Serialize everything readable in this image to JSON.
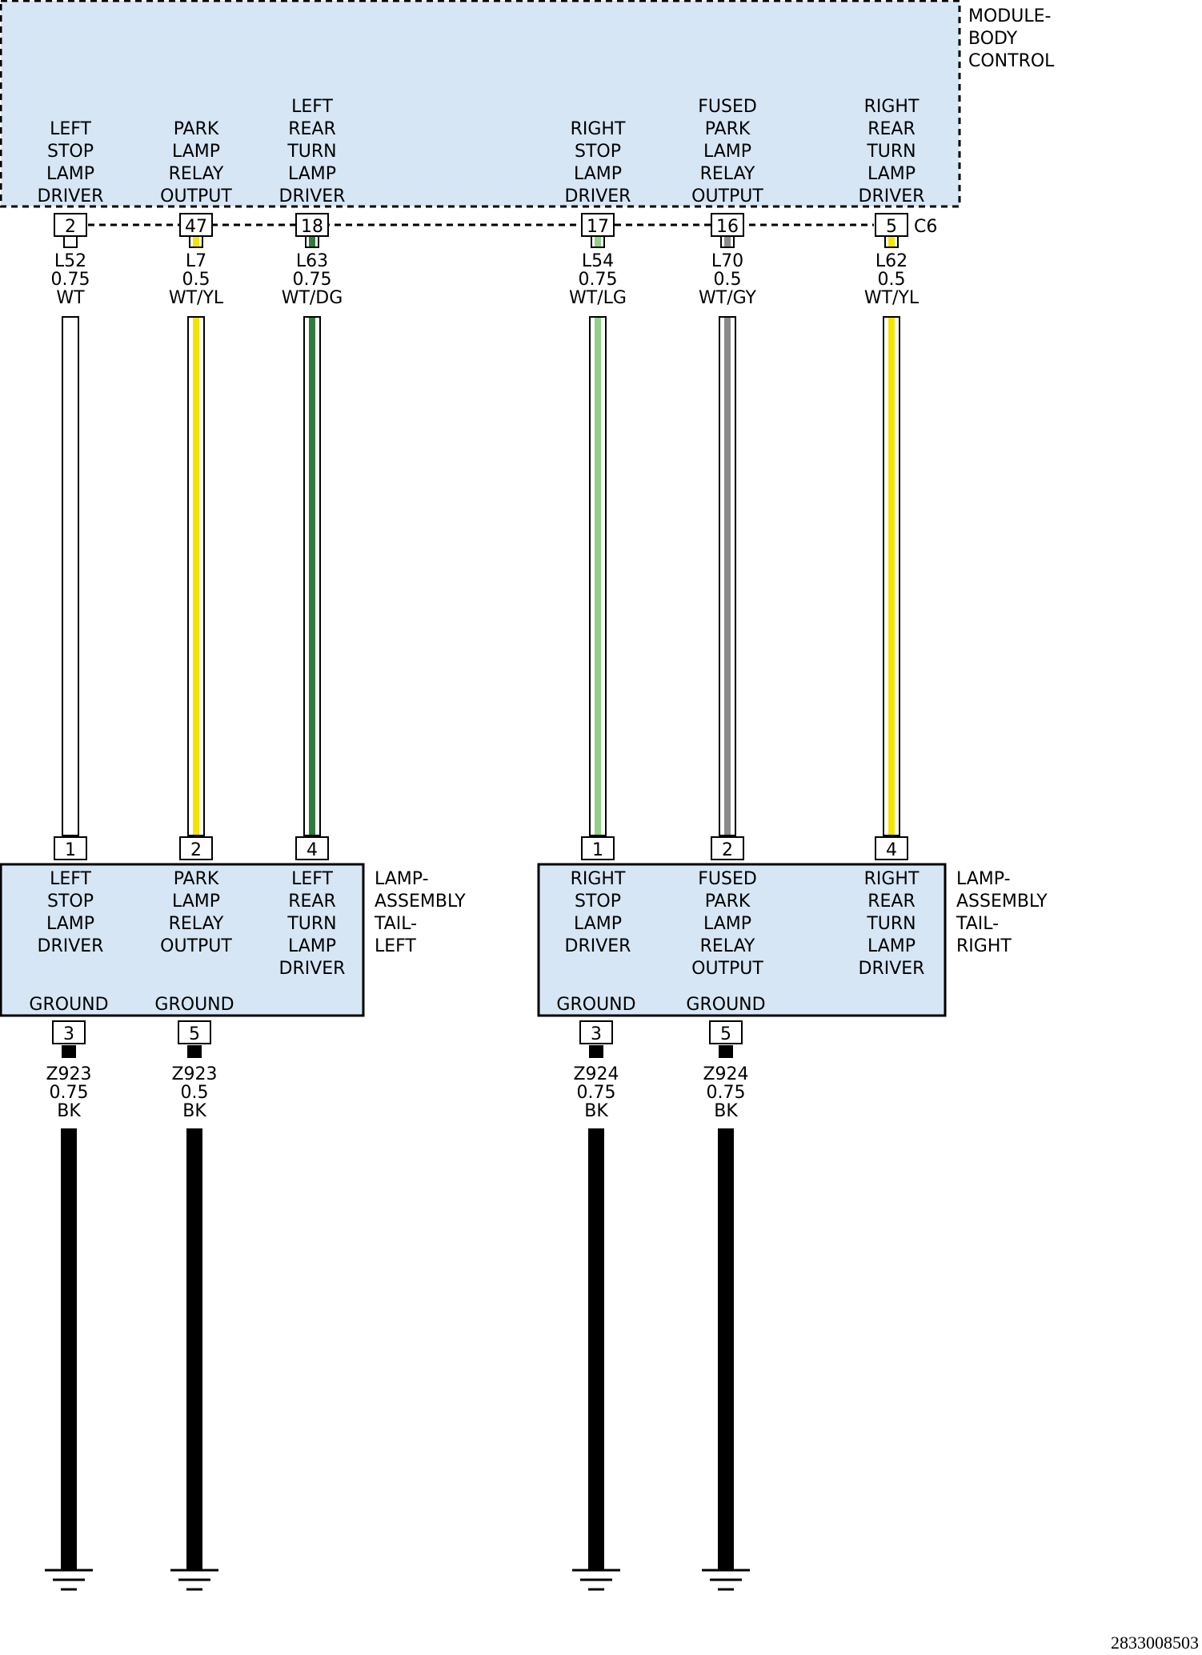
{
  "module": {
    "name": [
      "MODULE-",
      "BODY",
      "CONTROL"
    ],
    "connector": "C6",
    "colors": {
      "fill": "#d6e6f5",
      "border": "#000000"
    },
    "pins": [
      {
        "pin": "2",
        "label": [
          "LEFT",
          "STOP",
          "LAMP",
          "DRIVER"
        ]
      },
      {
        "pin": "47",
        "label": [
          "PARK",
          "LAMP",
          "RELAY",
          "OUTPUT"
        ]
      },
      {
        "pin": "18",
        "label": [
          "LEFT",
          "REAR",
          "TURN",
          "LAMP",
          "DRIVER"
        ]
      },
      {
        "pin": "17",
        "label": [
          "RIGHT",
          "STOP",
          "LAMP",
          "DRIVER"
        ]
      },
      {
        "pin": "16",
        "label": [
          "FUSED",
          "PARK",
          "LAMP",
          "RELAY",
          "OUTPUT"
        ]
      },
      {
        "pin": "5",
        "label": [
          "RIGHT",
          "REAR",
          "TURN",
          "LAMP",
          "DRIVER"
        ]
      }
    ]
  },
  "signal_wires": [
    {
      "circuit": "L52",
      "gauge": "0.75",
      "color": "WT",
      "stripe": "#ffffff"
    },
    {
      "circuit": "L7",
      "gauge": "0.5",
      "color": "WT/YL",
      "stripe": "#f5e400"
    },
    {
      "circuit": "L63",
      "gauge": "0.75",
      "color": "WT/DG",
      "stripe": "#2e7d3a"
    },
    {
      "circuit": "L54",
      "gauge": "0.75",
      "color": "WT/LG",
      "stripe": "#93cf8a"
    },
    {
      "circuit": "L70",
      "gauge": "0.5",
      "color": "WT/GY",
      "stripe": "#8a8a8a"
    },
    {
      "circuit": "L62",
      "gauge": "0.5",
      "color": "WT/YL",
      "stripe": "#f5e400"
    }
  ],
  "lamps": [
    {
      "name": [
        "LAMP-",
        "ASSEMBLY",
        "TAIL-",
        "LEFT"
      ],
      "inputs": [
        {
          "pin": "1",
          "label": [
            "LEFT",
            "STOP",
            "LAMP",
            "DRIVER"
          ]
        },
        {
          "pin": "2",
          "label": [
            "PARK",
            "LAMP",
            "RELAY",
            "OUTPUT"
          ]
        },
        {
          "pin": "4",
          "label": [
            "LEFT",
            "REAR",
            "TURN",
            "LAMP",
            "DRIVER"
          ]
        }
      ],
      "grounds": [
        {
          "label": "GROUND",
          "pin": "3",
          "circuit": "Z923",
          "gauge": "0.75",
          "color": "BK"
        },
        {
          "label": "GROUND",
          "pin": "5",
          "circuit": "Z923",
          "gauge": "0.5",
          "color": "BK"
        }
      ]
    },
    {
      "name": [
        "LAMP-",
        "ASSEMBLY",
        "TAIL-",
        "RIGHT"
      ],
      "inputs": [
        {
          "pin": "1",
          "label": [
            "RIGHT",
            "STOP",
            "LAMP",
            "DRIVER"
          ]
        },
        {
          "pin": "2",
          "label": [
            "FUSED",
            "PARK",
            "LAMP",
            "RELAY",
            "OUTPUT"
          ]
        },
        {
          "pin": "4",
          "label": [
            "RIGHT",
            "REAR",
            "TURN",
            "LAMP",
            "DRIVER"
          ]
        }
      ],
      "grounds": [
        {
          "label": "GROUND",
          "pin": "3",
          "circuit": "Z924",
          "gauge": "0.75",
          "color": "BK"
        },
        {
          "label": "GROUND",
          "pin": "5",
          "circuit": "Z924",
          "gauge": "0.75",
          "color": "BK"
        }
      ]
    }
  ],
  "footer_code": "2833008503"
}
